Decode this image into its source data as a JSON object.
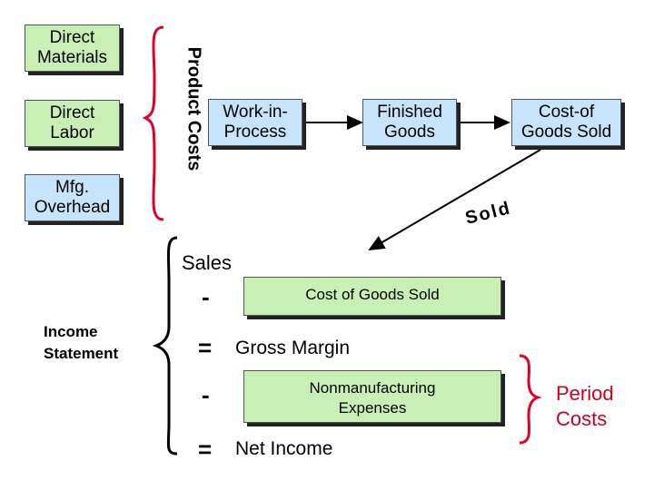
{
  "product_flow": {
    "direct_materials": "Direct\nMaterials",
    "direct_labor": "Direct\nLabor",
    "mfg_overhead": "Mfg.\nOverhead",
    "product_costs": "Product Costs",
    "work_in_process": "Work-in-\nProcess",
    "finished_goods": "Finished\nGoods",
    "cost_of_goods_sold": "Cost-of\nGoods Sold",
    "sold": "Sold"
  },
  "income_statement": {
    "label": "Income\nStatement",
    "sales": "Sales",
    "minus_1": "-",
    "cogs": "Cost of Goods Sold",
    "equals_1": "=",
    "gross_margin": "Gross Margin",
    "minus_2": "-",
    "nonmanufacturing": "Nonmanufacturing\nExpenses",
    "equals_2": "=",
    "net_income": "Net Income",
    "period_costs": "Period\nCosts"
  },
  "colors": {
    "green_box": "#c8f0b4",
    "blue_box": "#c6e4fb",
    "brace_red": "#e0002a",
    "period_red": "#cc0022"
  }
}
